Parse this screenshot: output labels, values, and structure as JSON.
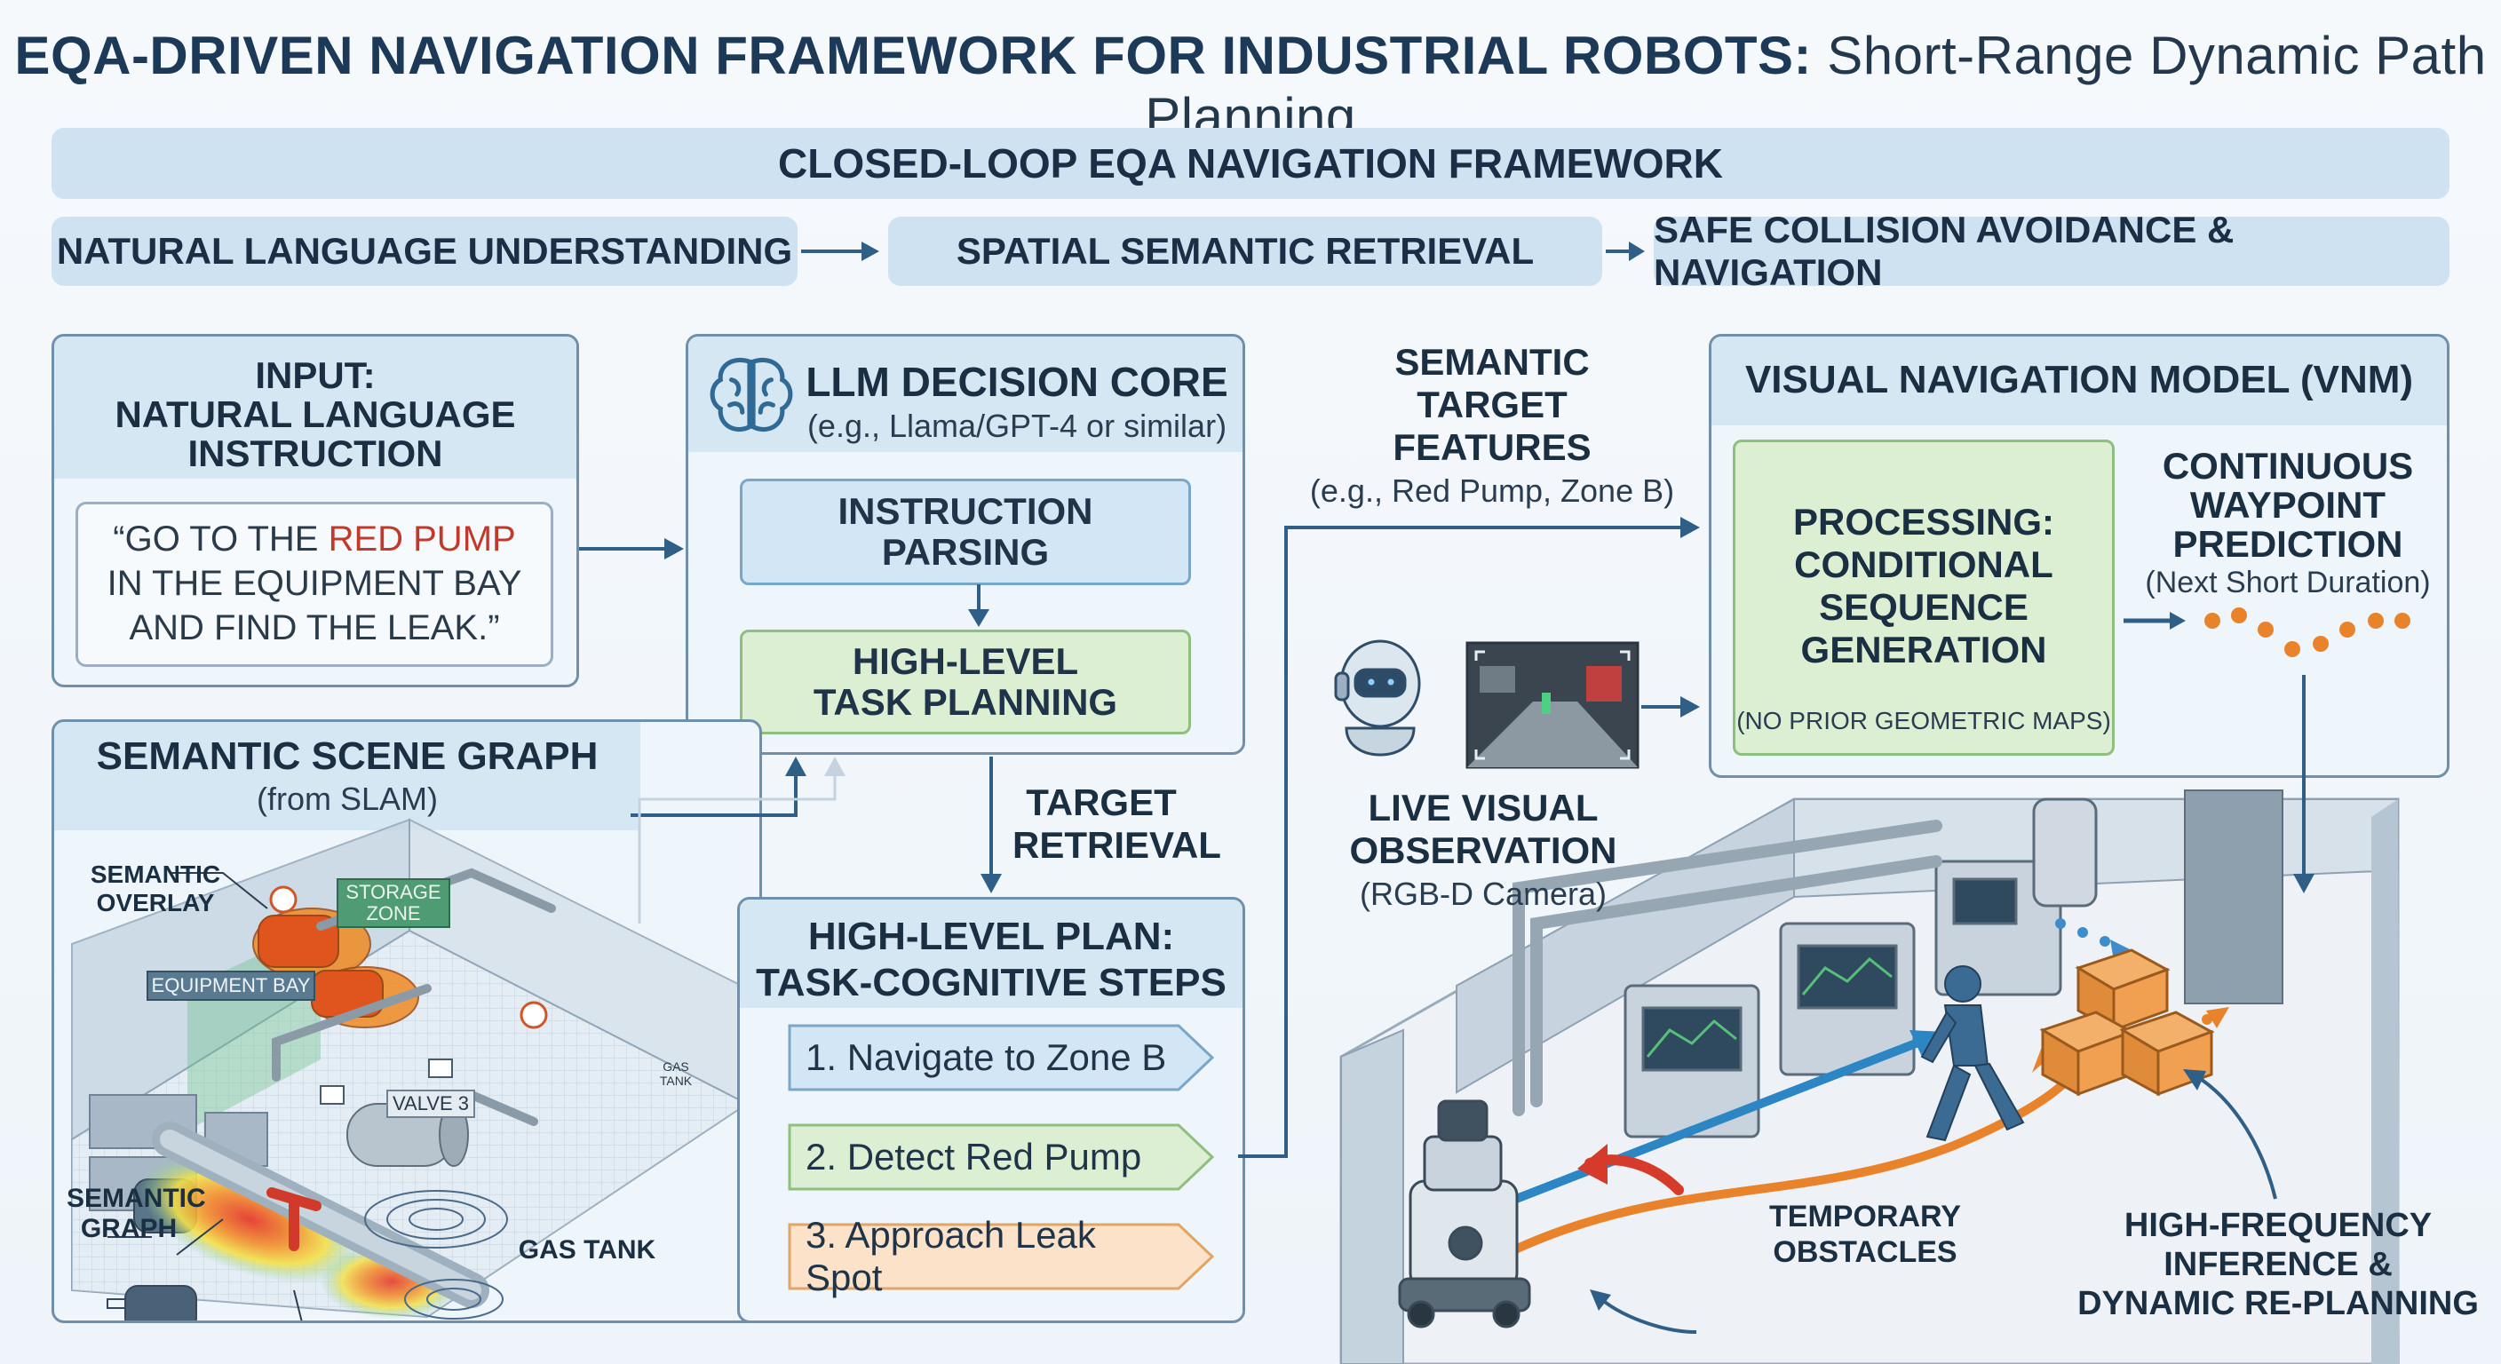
{
  "title": {
    "main": "EQA-DRIVEN NAVIGATION FRAMEWORK FOR INDUSTRIAL ROBOTS:",
    "sub": "Short-Range Dynamic Path Planning"
  },
  "framework": {
    "label": "CLOSED-LOOP EQA NAVIGATION FRAMEWORK",
    "stages": [
      "NATURAL LANGUAGE UNDERSTANDING",
      "SPATIAL SEMANTIC RETRIEVAL",
      "SAFE COLLISION AVOIDANCE & NAVIGATION"
    ]
  },
  "input_panel": {
    "heading_1": "INPUT:",
    "heading_2": "NATURAL LANGUAGE",
    "heading_3": "INSTRUCTION",
    "quote_pre": "“GO TO THE ",
    "quote_highlight": "RED PUMP",
    "quote_line2": "IN THE EQUIPMENT BAY",
    "quote_line3": "AND FIND THE LEAK.”"
  },
  "llm_panel": {
    "heading": "LLM DECISION CORE",
    "subheading": "(e.g., Llama/GPT-4 or similar)",
    "box1_line1": "INSTRUCTION",
    "box1_line2": "PARSING",
    "box2_line1": "HIGH-LEVEL",
    "box2_line2": "TASK PLANNING"
  },
  "target_retrieval": {
    "line1": "TARGET",
    "line2": "RETRIEVAL"
  },
  "scene_graph": {
    "heading": "SEMANTIC SCENE GRAPH",
    "subheading": "(from SLAM)",
    "semantic_overlay_1": "SEMANTIC",
    "semantic_overlay_2": "OVERLAY",
    "storage_zone_1": "STORAGE",
    "storage_zone_2": "ZONE",
    "equipment_bay": "EQUIPMENT BAY",
    "valve": "VALVE 3",
    "gas_tank_tag_1": "GAS",
    "gas_tank_tag_2": "TANK",
    "semantic_graph_1": "SEMANTIC",
    "semantic_graph_2": "GRAPH",
    "gas_tank": "GAS TANK"
  },
  "plan_panel": {
    "heading_1": "HIGH-LEVEL PLAN:",
    "heading_2": "TASK-COGNITIVE STEPS",
    "steps": [
      "1. Navigate to Zone B",
      "2. Detect Red Pump",
      "3. Approach Leak Spot"
    ]
  },
  "semantic_target": {
    "line1": "SEMANTIC",
    "line2": "TARGET",
    "line3": "FEATURES",
    "example": "(e.g., Red Pump, Zone B)"
  },
  "vnm_panel": {
    "heading": "VISUAL NAVIGATION MODEL (VNM)",
    "proc_1": "PROCESSING:",
    "proc_2": "CONDITIONAL",
    "proc_3": "SEQUENCE",
    "proc_4": "GENERATION",
    "proc_note": "(NO PRIOR GEOMETRIC MAPS)",
    "wp_1": "CONTINUOUS",
    "wp_2": "WAYPOINT",
    "wp_3": "PREDICTION",
    "wp_note": "(Next Short Duration)"
  },
  "live_obs": {
    "line1": "LIVE VISUAL",
    "line2": "OBSERVATION",
    "note": "(RGB-D Camera)"
  },
  "scene": {
    "temp_1": "TEMPORARY",
    "temp_2": "OBSTACLES",
    "hf_1": "HIGH-FREQUENCY",
    "hf_2": "INFERENCE &",
    "hf_3": "DYNAMIC RE-PLANNING"
  },
  "colors": {
    "accent_red": "#c0392b",
    "arrow_blue": "#2f5f86",
    "path_orange": "#e9832b",
    "path_blue": "#2c86c4"
  }
}
